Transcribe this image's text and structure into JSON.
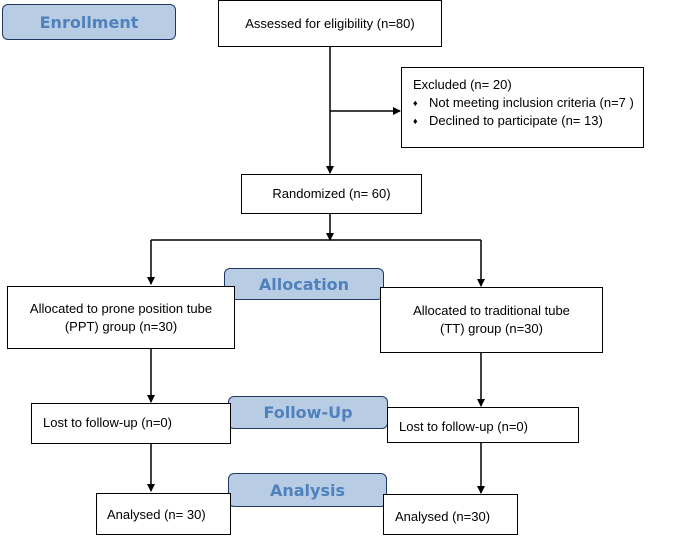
{
  "stages": {
    "enrollment": "Enrollment",
    "allocation": "Allocation",
    "follow_up": "Follow-Up",
    "analysis": "Analysis"
  },
  "boxes": {
    "assessed": "Assessed for eligibility (n=80)",
    "excluded": {
      "title": "Excluded (n= 20)",
      "bullet_icon": "diamond-bullet",
      "items": [
        "Not meeting inclusion criteria (n=7 )",
        "Declined to participate (n= 13)"
      ]
    },
    "randomized": "Randomized (n= 60)",
    "allocated_ppt": "Allocated to prone position tube (PPT) group (n=30)",
    "allocated_tt": "Allocated to traditional tube (TT) group (n=30)",
    "lost_left": "Lost to follow-up (n=0)",
    "lost_right": "Lost to follow-up (n=0)",
    "analysed_left": "Analysed (n= 30)",
    "analysed_right": "Analysed (n=30)"
  }
}
